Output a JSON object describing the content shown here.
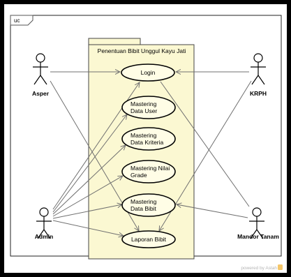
{
  "frame": {
    "label": "uc"
  },
  "package": {
    "title": "Penentuan Bibit Unggul Kayu Jati"
  },
  "use_cases": [
    {
      "id": "login",
      "lines": [
        "Login"
      ]
    },
    {
      "id": "mastering-data-user",
      "lines": [
        "Mastering",
        "Data User"
      ]
    },
    {
      "id": "mastering-data-kriteria",
      "lines": [
        "Mastering",
        "Data Kriteria"
      ]
    },
    {
      "id": "mastering-nilai-grade",
      "lines": [
        "Mastering Nilai",
        "Grade"
      ]
    },
    {
      "id": "mastering-data-bibit",
      "lines": [
        "Mastering",
        "Data Bibit"
      ]
    },
    {
      "id": "laporan-bibit",
      "lines": [
        "Laporan Bibit"
      ]
    }
  ],
  "actors": [
    {
      "id": "asper",
      "name": "Asper"
    },
    {
      "id": "admin",
      "name": "Admin"
    },
    {
      "id": "krph",
      "name": "KRPH"
    },
    {
      "id": "mandor-tanam",
      "name": "Mandor Tanam"
    }
  ],
  "associations": [
    {
      "actor": "asper",
      "use_case": "login"
    },
    {
      "actor": "asper",
      "use_case": "laporan-bibit"
    },
    {
      "actor": "admin",
      "use_case": "login"
    },
    {
      "actor": "admin",
      "use_case": "mastering-data-user"
    },
    {
      "actor": "admin",
      "use_case": "mastering-data-kriteria"
    },
    {
      "actor": "admin",
      "use_case": "mastering-nilai-grade"
    },
    {
      "actor": "admin",
      "use_case": "mastering-data-bibit"
    },
    {
      "actor": "admin",
      "use_case": "laporan-bibit"
    },
    {
      "actor": "krph",
      "use_case": "login"
    },
    {
      "actor": "krph",
      "use_case": "laporan-bibit"
    },
    {
      "actor": "mandor-tanam",
      "use_case": "login"
    },
    {
      "actor": "mandor-tanam",
      "use_case": "mastering-data-bibit"
    }
  ],
  "watermark": {
    "text": "powered by Astah"
  }
}
